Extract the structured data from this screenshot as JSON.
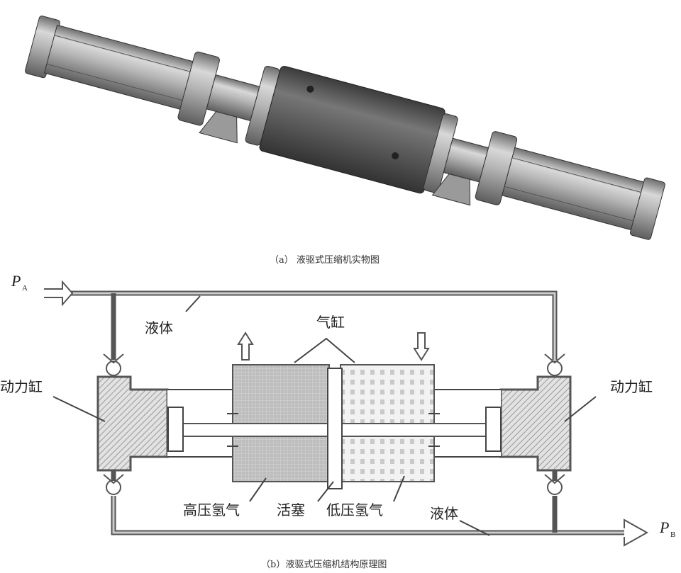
{
  "captions": {
    "a": "（a） 液驱式压缩机实物图",
    "b": "（b）液驱式压缩机结构原理图"
  },
  "diagram": {
    "pa": "P",
    "pa_sub": "A",
    "pb": "P",
    "pb_sub": "B",
    "liquid_top": "液体",
    "gas_cylinder": "气缸",
    "power_cylinder_left": "动力缸",
    "power_cylinder_right": "动力缸",
    "high_pressure_h2": "高压氢气",
    "piston": "活塞",
    "low_pressure_h2": "低压氢气",
    "liquid_bottom": "液体"
  }
}
